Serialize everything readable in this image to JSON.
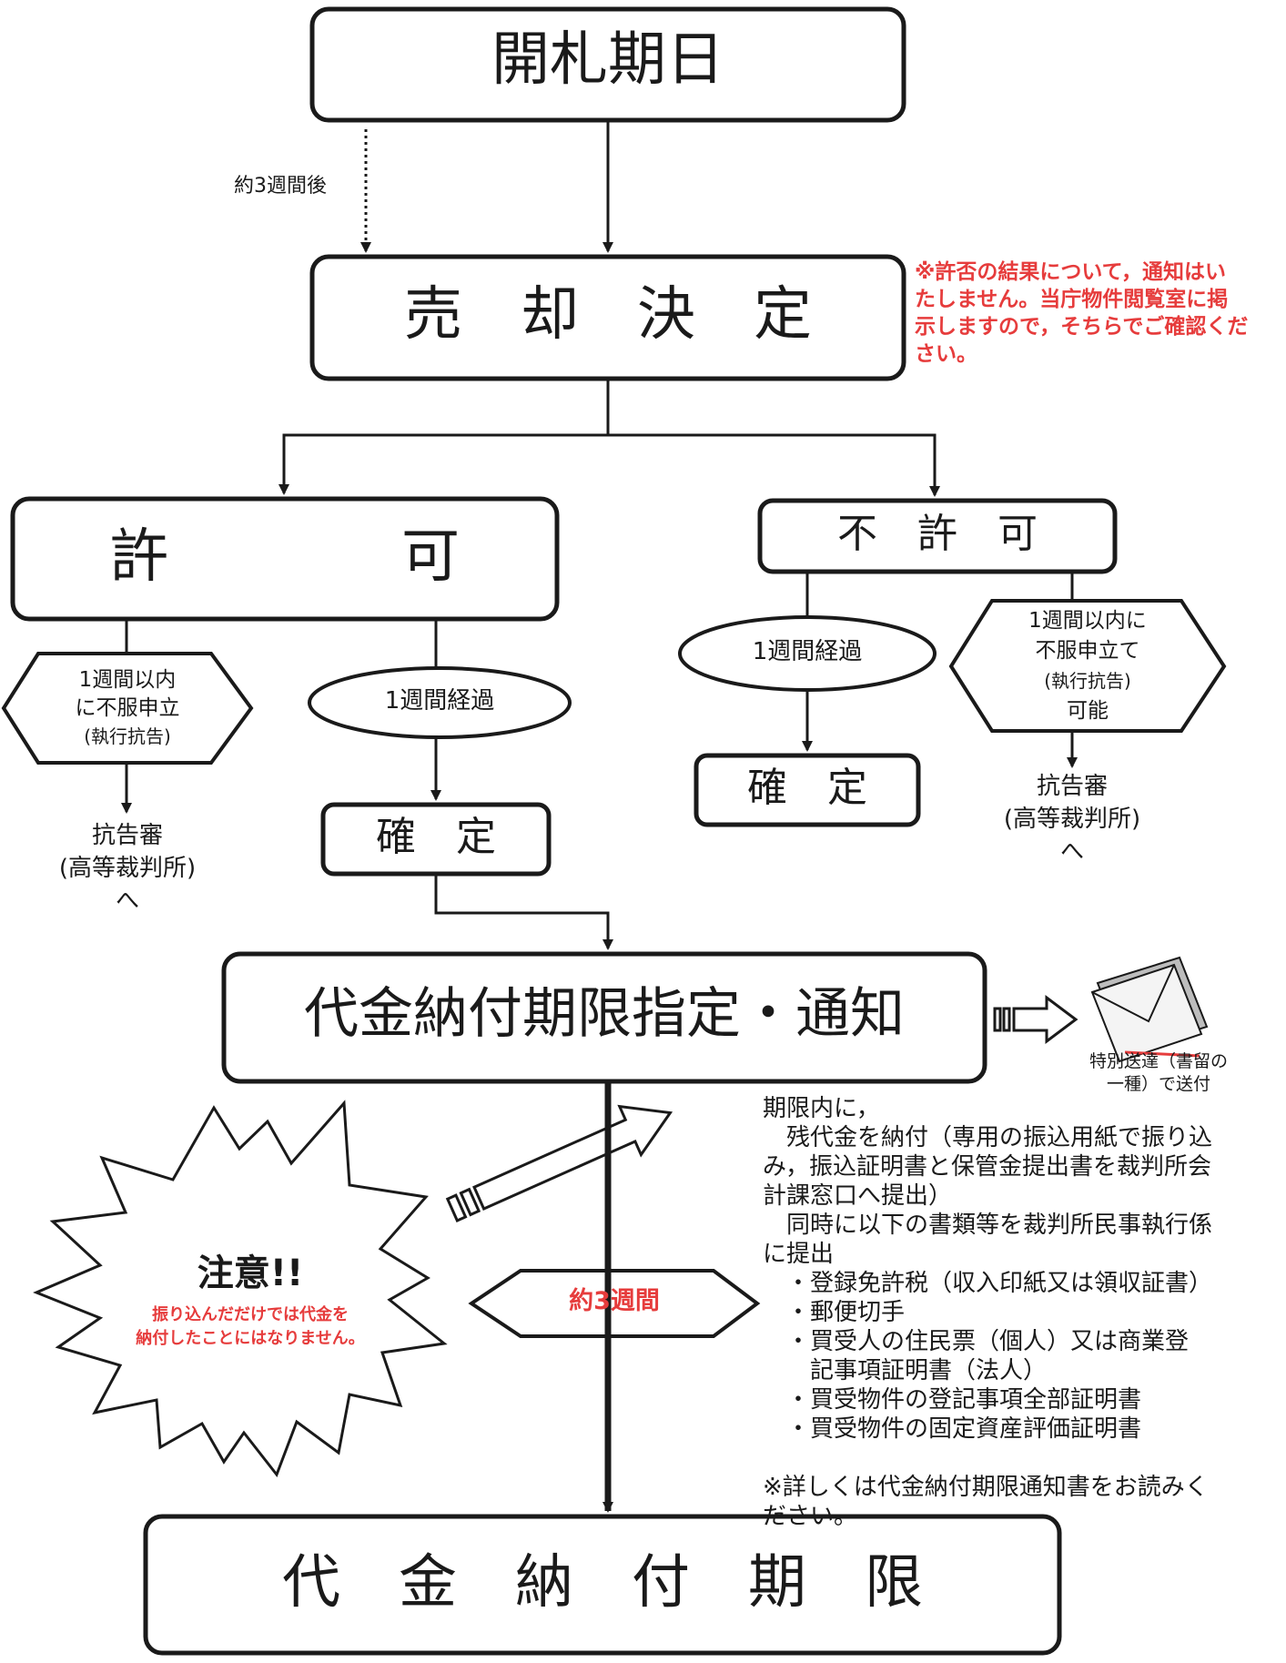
{
  "nodes": {
    "open_date": "開札期日",
    "sale_decision": "売　却　決　定",
    "permit": "許　　　　可",
    "non_permit": "不　許　可",
    "appeal_left": [
      "1週間以内",
      "に不服申立",
      "(執行抗告)"
    ],
    "week_left": "1週間経過",
    "confirm_left": "確　定",
    "to_court_left": [
      "抗告審",
      "(高等裁判所)",
      "へ"
    ],
    "week_right": "1週間経過",
    "confirm_right": "確　定",
    "appeal_right": [
      "1週間以内に",
      "不服申立て",
      "(執行抗告)",
      "可能"
    ],
    "to_court_right": [
      "抗告審",
      "(高等裁判所)",
      "へ"
    ],
    "payment_notice": "代金納付期限指定・通知",
    "approx3weeks_badge": "約3週間",
    "payment_deadline": "代　金　納　付　期　限"
  },
  "edge_labels": {
    "approx3weeks_after": "約3週間後"
  },
  "notes": {
    "result_note": [
      "※許否の結果について，通知はい",
      "たしません。当庁物件閲覧室に掲",
      "示しますので，そちらでご確認くだ",
      "さい。"
    ],
    "mail_caption": [
      "特別送達（書留の",
      "一種）で送付"
    ],
    "caution_title": "注意!!",
    "caution_text": [
      "振り込んだだけでは代金を",
      "納付したことにはなりません。"
    ],
    "instructions": [
      "期限内に，",
      "　残代金を納付（専用の振込用紙で振り込",
      "み，振込証明書と保管金提出書を裁判所会",
      "計課窓口へ提出）",
      "　同時に以下の書類等を裁判所民事執行係",
      "に提出",
      "　・登録免許税（収入印紙又は領収証書）",
      "　・郵便切手",
      "　・買受人の住民票（個人）又は商業登",
      "　　記事項証明書（法人）",
      "　・買受物件の登記事項全部証明書",
      "　・買受物件の固定資産評価証明書",
      "",
      "※詳しくは代金納付期限通知書をお読みく",
      "ださい。"
    ]
  },
  "icons": [
    "envelope-icon",
    "hollow-arrow-icon",
    "starburst-shape"
  ],
  "colors": {
    "line": "#1a1a1a",
    "alert_red": "#e63c3c",
    "gray_line": "#555555",
    "envelope_gray": "#9a9a9a"
  }
}
